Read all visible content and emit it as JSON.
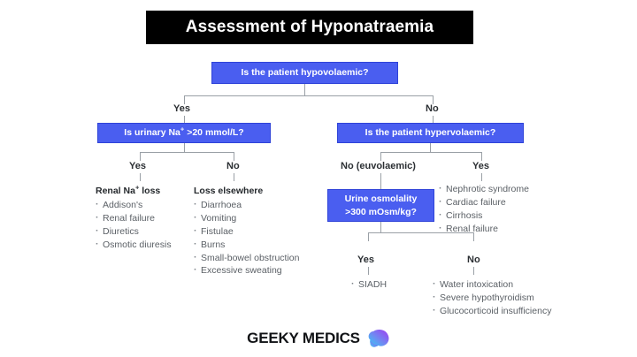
{
  "title": "Assessment of Hyponatraemia",
  "colors": {
    "box_fill": "#4a5ef0",
    "box_border": "#2f43d8",
    "banner_bg": "#000000",
    "banner_text": "#ffffff",
    "line": "#9aa0a6",
    "body_text": "#5b6066",
    "heading_text": "#24282c",
    "brand_logo_start": "#35d6f0",
    "brand_logo_end": "#9b4bf0"
  },
  "nodes": {
    "root": {
      "label_prefix": "Is the patient hypovolaemic?"
    },
    "urinary_na": {
      "prefix": "Is urinary Na",
      "sup": "+",
      "suffix": " >20 mmol/L?"
    },
    "hypervolaemic": {
      "label": "Is the patient hypervolaemic?"
    },
    "urine_osmolality": {
      "line1": "Urine osmolality",
      "line2": ">300 mOsm/kg?"
    }
  },
  "branch_labels": {
    "root_yes": "Yes",
    "root_no": "No",
    "urinary_yes": "Yes",
    "urinary_no": "No",
    "hyper_no": "No (euvolaemic)",
    "hyper_yes": "Yes",
    "osm_yes": "Yes",
    "osm_no": "No"
  },
  "lists": {
    "renal_na_loss": {
      "heading_prefix": "Renal Na",
      "heading_sup": "+",
      "heading_suffix": " loss",
      "items": [
        "Addison's",
        "Renal failure",
        "Diuretics",
        "Osmotic diuresis"
      ]
    },
    "loss_elsewhere": {
      "heading": "Loss elsewhere",
      "items": [
        "Diarrhoea",
        "Vomiting",
        "Fistulae",
        "Burns",
        "Small-bowel obstruction",
        "Excessive sweating"
      ]
    },
    "hypervolaemic_yes": {
      "items": [
        "Nephrotic syndrome",
        "Cardiac failure",
        "Cirrhosis",
        "Renal failure"
      ]
    },
    "osmolality_yes": {
      "items": [
        "SIADH"
      ]
    },
    "osmolality_no": {
      "items": [
        "Water intoxication",
        "Severe hypothyroidism",
        "Glucocorticoid insufficiency"
      ]
    }
  },
  "brand": {
    "name": "GEEKY MEDICS",
    "logo_icon": "brain-icon"
  }
}
